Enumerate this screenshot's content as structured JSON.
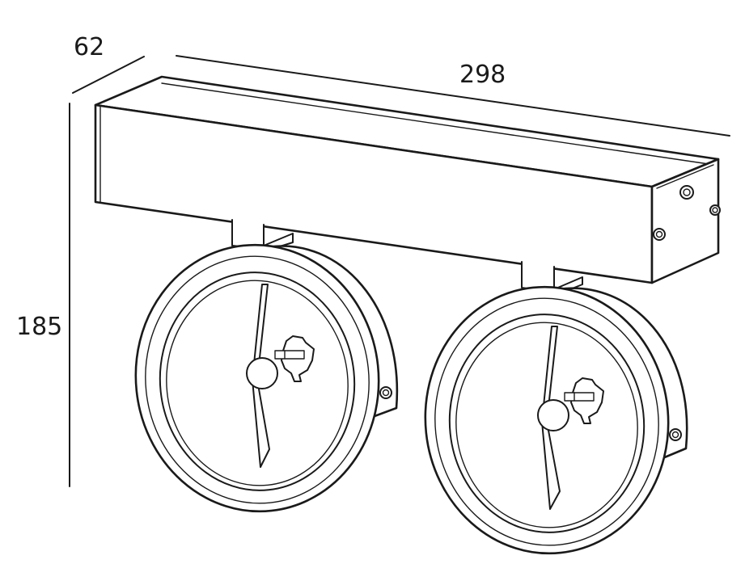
{
  "dimensions": {
    "depth": "62",
    "width": "298",
    "height": "185"
  },
  "colors": {
    "line": "#1a1a1a",
    "background": "#ffffff"
  }
}
